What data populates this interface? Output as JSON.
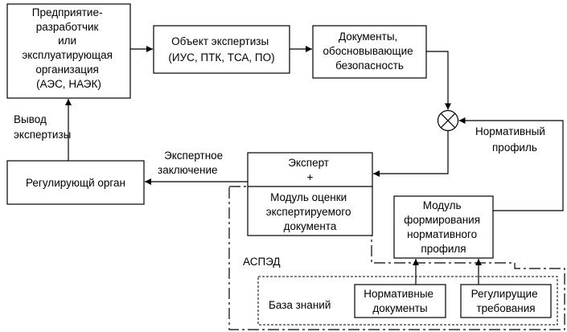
{
  "nodes": {
    "enterprise": [
      "Предприятие-",
      "разработчик",
      "или",
      "эксплуатирующая",
      "организация",
      "(АЭС, НАЭК)"
    ],
    "object": [
      "Объект экспертизы",
      "(ИУС, ПТК, ТСА, ПО)"
    ],
    "documents": [
      "Документы,",
      "обосновывающие",
      "безопасность"
    ],
    "regulator": [
      "Регулирующй орган"
    ],
    "expert": [
      "Эксперт",
      "+"
    ],
    "evaluation_module": [
      "Модуль оценки",
      "экспертируемого",
      "документа"
    ],
    "profile_module": [
      "Модуль",
      "формирования",
      "нормативного",
      "профиля"
    ],
    "normative_docs": [
      "Нормативные",
      "документы"
    ],
    "regulatory_reqs": [
      "Регулирущие",
      "требования"
    ]
  },
  "labels": {
    "conclusion_output": [
      "Вывод",
      "экспертизы"
    ],
    "expert_conclusion": [
      "Экспертное",
      "заключение"
    ],
    "normative_profile": [
      "Нормативный",
      "профиль"
    ],
    "asped": "АСПЭД",
    "knowledge_base": "База знаний"
  }
}
